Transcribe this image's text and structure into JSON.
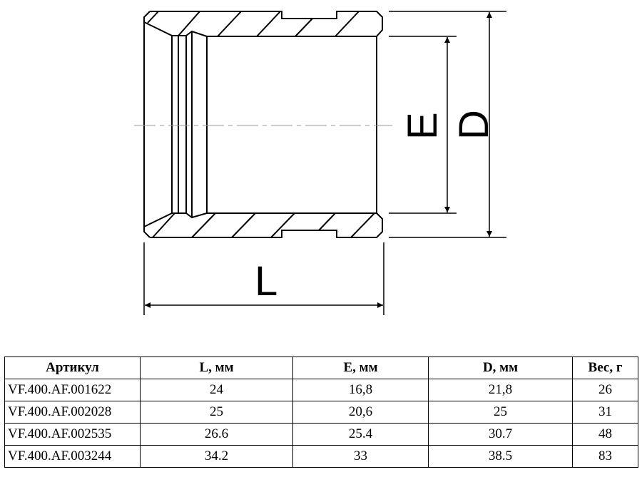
{
  "drawing": {
    "labels": {
      "length": "L",
      "inner": "E",
      "outer": "D"
    }
  },
  "table": {
    "headers": [
      "Артикул",
      "L, мм",
      "E, мм",
      "D, мм",
      "Вес, г"
    ],
    "rows": [
      [
        "VF.400.AF.001622",
        "24",
        "16,8",
        "21,8",
        "26"
      ],
      [
        "VF.400.AF.002028",
        "25",
        "20,6",
        "25",
        "31"
      ],
      [
        "VF.400.AF.002535",
        "26.6",
        "25.4",
        "30.7",
        "48"
      ],
      [
        "VF.400.AF.003244",
        "34.2",
        "33",
        "38.5",
        "83"
      ]
    ]
  }
}
